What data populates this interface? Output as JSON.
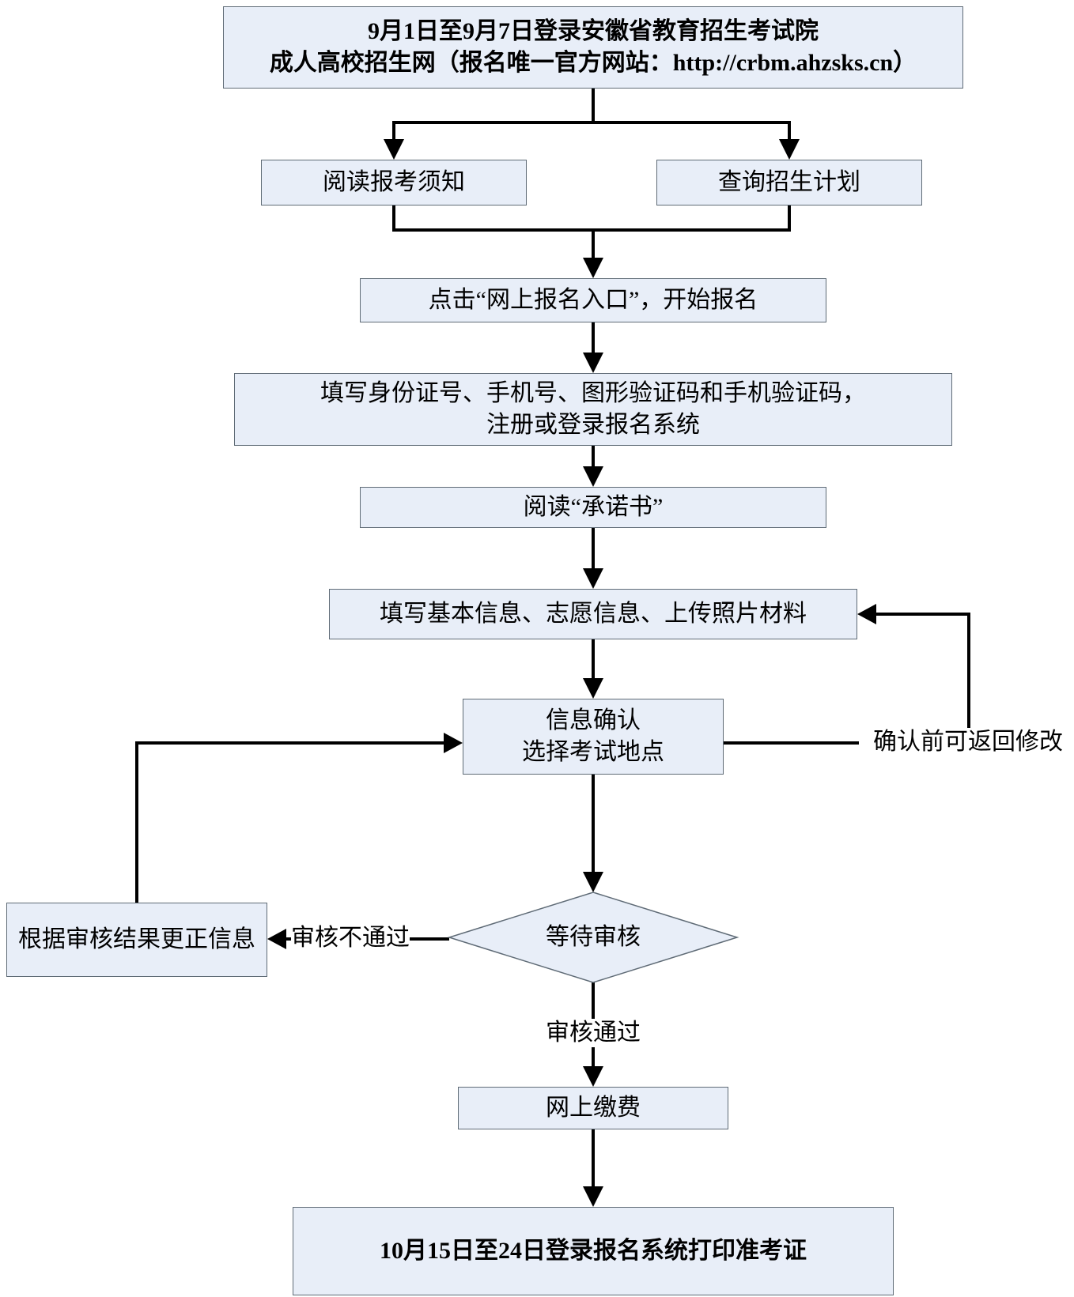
{
  "flowchart": {
    "type": "flowchart",
    "nodes": {
      "start": {
        "line1": "9月1日至9月7日登录安徽省教育招生考试院",
        "line2": "成人高校招生网（报名唯一官方网站：http://crbm.ahzsks.cn）"
      },
      "read_notice": {
        "label": "阅读报考须知"
      },
      "query_plan": {
        "label": "查询招生计划"
      },
      "click_entry": {
        "label": "点击“网上报名入口”，开始报名"
      },
      "register": {
        "line1": "填写身份证号、手机号、图形验证码和手机验证码，",
        "line2": "注册或登录报名系统"
      },
      "read_promise": {
        "label": "阅读“承诺书”"
      },
      "fill_info": {
        "label": "填写基本信息、志愿信息、上传照片材料"
      },
      "confirm": {
        "line1": "信息确认",
        "line2": "选择考试地点"
      },
      "wait_review": {
        "label": "等待审核"
      },
      "correct_info": {
        "label": "根据审核结果更正信息"
      },
      "pay": {
        "label": "网上缴费"
      },
      "print": {
        "label": "10月15日至24日登录报名系统打印准考证"
      }
    },
    "edge_labels": {
      "can_return": "确认前可返回修改",
      "review_fail": "审核不通过",
      "review_pass": "审核通过"
    },
    "colors": {
      "node_fill": "#E8EEF8",
      "node_border": "#5F6B76",
      "line_color": "#000000"
    }
  }
}
